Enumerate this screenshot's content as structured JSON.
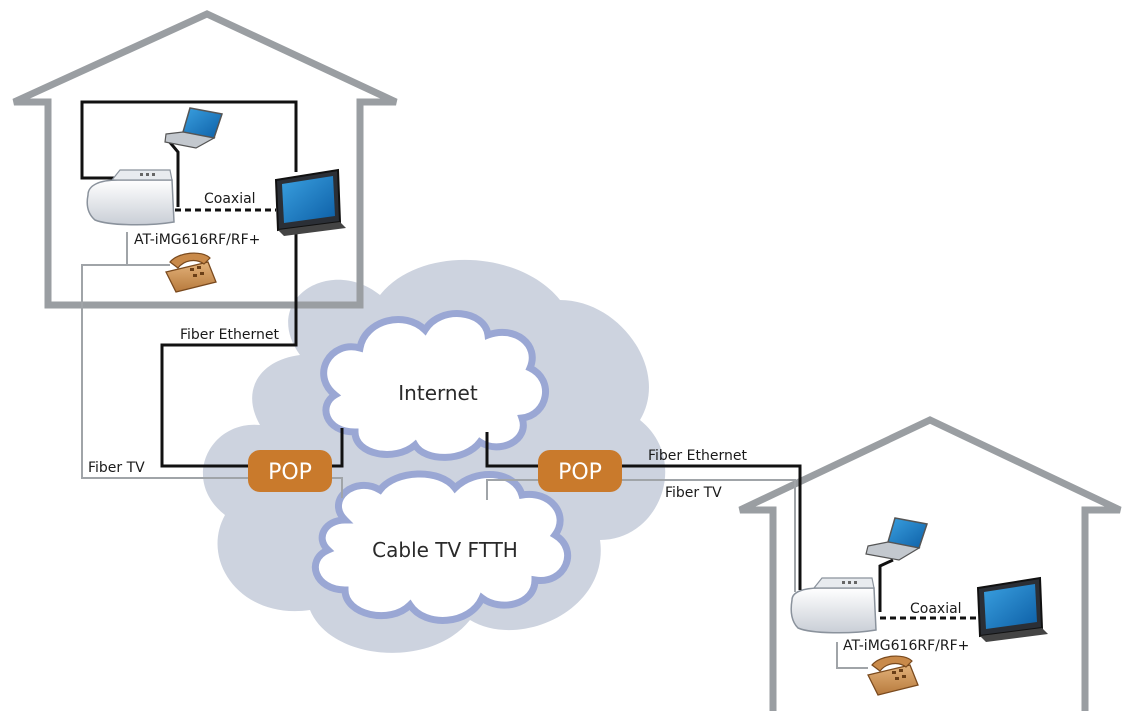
{
  "colors": {
    "house": "#9a9ea2",
    "cloud": "#cdd3df",
    "sub_cloud_stroke": "#9aa7d4",
    "sub_cloud_fill": "#ffffff",
    "pop": "#c97a2c",
    "fiber_ethernet": "#111111",
    "fiber_tv": "#a0a4a8"
  },
  "home1": {
    "device_label": "AT-iMG616RF/RF+",
    "coax_label": "Coaxial",
    "icons": [
      "router-icon",
      "laptop-icon",
      "tv-monitor-icon",
      "telephone-icon"
    ]
  },
  "home2": {
    "device_label": "AT-iMG616RF/RF+",
    "coax_label": "Coaxial",
    "icons": [
      "router-icon",
      "laptop-icon",
      "tv-monitor-icon",
      "telephone-icon"
    ]
  },
  "network": {
    "internet_label": "Internet",
    "cable_label": "Cable TV FTTH",
    "pop_left_label": "POP",
    "pop_right_label": "POP"
  },
  "links": {
    "left_fiber_ethernet": "Fiber Ethernet",
    "left_fiber_tv": "Fiber TV",
    "right_fiber_ethernet": "Fiber Ethernet",
    "right_fiber_tv": "Fiber TV"
  }
}
